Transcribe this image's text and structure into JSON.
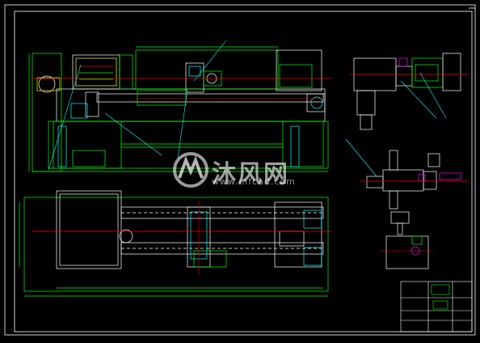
{
  "drawing": {
    "colors": {
      "background": "#000000",
      "frame": "#ffffff",
      "outline": "#00ff00",
      "centerline": "#ff0000",
      "leader": "#00ffff",
      "highlight": "#ffff00",
      "accent": "#ff00ff",
      "hidden": "#0000ff"
    },
    "views": [
      "front-elevation",
      "plan-view",
      "feed-unit-side",
      "clamp-detail",
      "fixture-detail"
    ],
    "title_block": {
      "present": true,
      "lines_legible": false
    }
  },
  "watermark": {
    "logo_icon": "mfcad-logo-icon",
    "text": "沐风网",
    "url": "www.mfcad.com"
  }
}
